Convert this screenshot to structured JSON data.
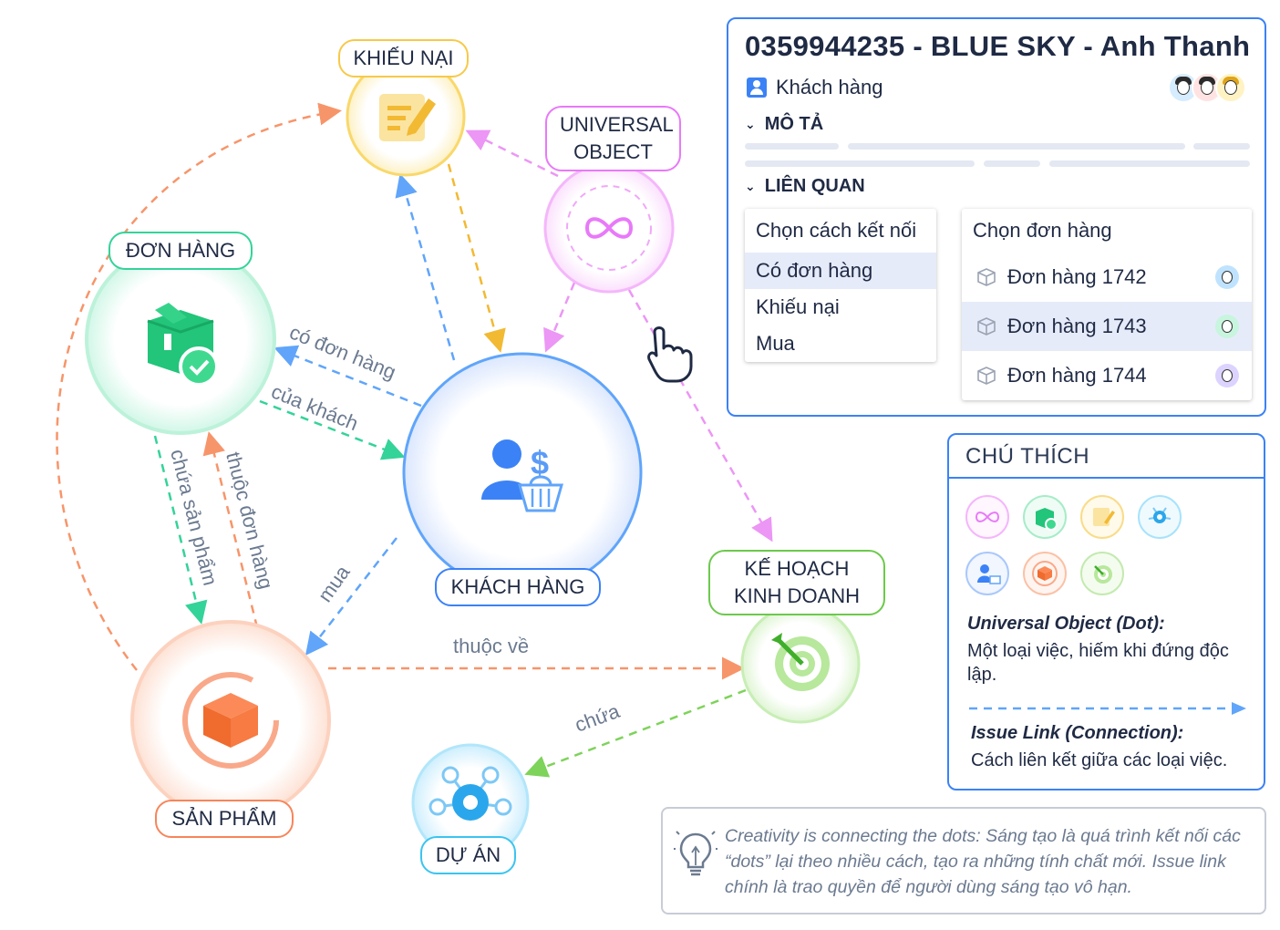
{
  "nodes": {
    "khieu_nai": {
      "label": "KHIẾU NẠI",
      "color": "#f7c948"
    },
    "universal": {
      "label_line1": "UNIVERSAL",
      "label_line2": "OBJECT",
      "color": "#e879f9"
    },
    "don_hang": {
      "label": "ĐƠN HÀNG",
      "color": "#34d399"
    },
    "khach_hang": {
      "label": "KHÁCH HÀNG",
      "color": "#3b82f6"
    },
    "ke_hoach": {
      "label_line1": "KẾ HOẠCH",
      "label_line2": "KINH DOANH",
      "color": "#6cc94b"
    },
    "san_pham": {
      "label": "SẢN PHẨM",
      "color": "#f7855a"
    },
    "du_an": {
      "label": "DỰ ÁN",
      "color": "#3bc4f0"
    }
  },
  "edges": {
    "co_don_hang": "có đơn hàng",
    "cua_khach": "của khách",
    "chua_san_pham": "chứa sản phẩm",
    "thuoc_don_hang": "thuộc đơn hàng",
    "mua": "mua",
    "thuoc_ve": "thuộc về",
    "chua": "chứa"
  },
  "card": {
    "title": "0359944235 - BLUE SKY - Anh Thanh",
    "type": "Khách hàng",
    "section_desc": "MÔ TẢ",
    "section_related": "LIÊN QUAN",
    "connection_menu": {
      "header": "Chọn cách kết nối",
      "items": [
        "Có đơn hàng",
        "Khiếu nại",
        "Mua"
      ]
    },
    "order_menu": {
      "header": "Chọn đơn hàng",
      "items": [
        "Đơn hàng 1742",
        "Đơn hàng 1743",
        "Đơn hàng 1744"
      ]
    }
  },
  "legend": {
    "title": "CHÚ THÍCH",
    "dot_title": "Universal Object (Dot):",
    "dot_desc": "Một loại việc, hiếm khi đứng độc lập.",
    "link_title": "Issue Link (Connection):",
    "link_desc": "Cách liên kết giữa các loại việc."
  },
  "quote": {
    "text": "Creativity is connecting the dots: Sáng tạo là quá trình kết nối các “dots” lại theo nhiều cách, tạo ra những tính chất mới. Issue link chính là trao quyền để người dùng sáng tạo vô hạn."
  },
  "icons": {
    "khieu_nai": "edit-document-icon",
    "universal": "infinity-icon",
    "don_hang": "box-check-icon",
    "khach_hang": "customer-shopping-icon",
    "ke_hoach": "target-icon",
    "san_pham": "cube-icon",
    "du_an": "network-gear-icon",
    "cursor": "hand-pointer-icon",
    "quote": "lightbulb-icon"
  }
}
